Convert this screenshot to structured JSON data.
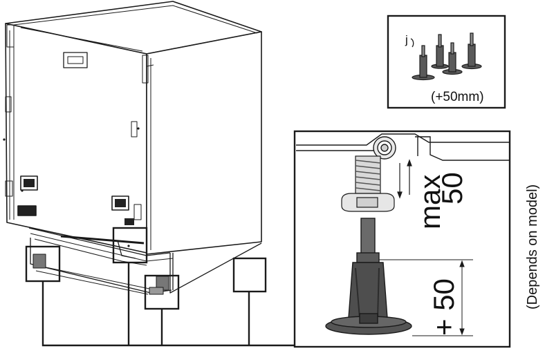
{
  "inset": {
    "step_marker": "j",
    "extension_note": "(+50mm)"
  },
  "detail": {
    "max_label": "max",
    "max_value": "50",
    "extension_label": "+ 50"
  },
  "side_note": "(Depends on model)",
  "colors": {
    "outline": "#1a1a1a",
    "foot_plastic": "#5a5a5a",
    "foot_dark": "#3d3d3d",
    "thread": "#d9d9d9"
  }
}
